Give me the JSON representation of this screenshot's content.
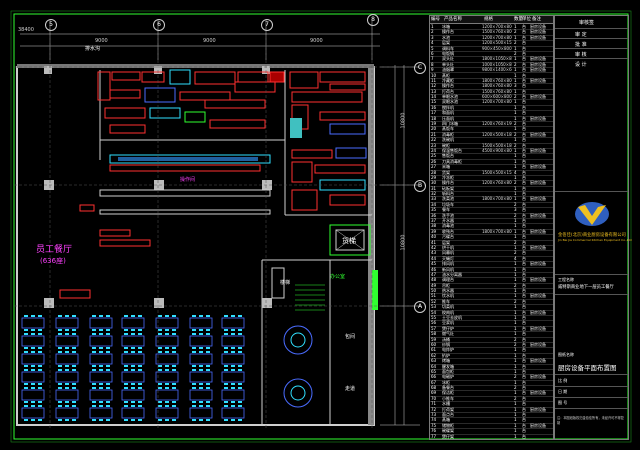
{
  "drawing": {
    "grid_labels": [
      "5",
      "6",
      "7",
      "8"
    ],
    "grid_labels_right": [
      "C",
      "B",
      "A"
    ],
    "dim_total": "38400",
    "dims": [
      "9000",
      "9000",
      "9000"
    ],
    "dims_right": [
      "10800",
      "10800"
    ],
    "rooms": {
      "staff_dining": "员工餐厅",
      "seats": "(636座)",
      "stairs": "楼梯",
      "freight_lift": "货梯",
      "office": "办公室",
      "private_dining": "包间",
      "corridor": "走道",
      "water_room": "操作间",
      "exhaust": "排水沟"
    }
  },
  "table": {
    "headers": [
      "编号",
      "产品名称",
      "规格",
      "数量",
      "单位",
      "备注"
    ],
    "rows": [
      [
        "1",
        "冰箱",
        "1200×700×800",
        "1",
        "台",
        "厨房设备"
      ],
      [
        "2",
        "操作台",
        "1500×760×800",
        "2",
        "台",
        "厨房设备"
      ],
      [
        "3",
        "水池",
        "1200×700×800",
        "1",
        "台",
        "厨房设备"
      ],
      [
        "4",
        "层架",
        "1200×500×1550",
        "2",
        "台",
        ""
      ],
      [
        "5",
        "调料车",
        "900×450×800",
        "1",
        "台",
        ""
      ],
      [
        "6",
        "电饭锅",
        "",
        "2",
        "台",
        ""
      ],
      [
        "7",
        "双头灶",
        "1800×1050×800",
        "1",
        "台",
        "厨房设备"
      ],
      [
        "8",
        "单头灶",
        "1000×1050×800",
        "2",
        "台",
        "厨房设备"
      ],
      [
        "9",
        "油烟罩",
        "9800×1400×600",
        "1",
        "台",
        "厨房设备"
      ],
      [
        "10",
        "蒸柜",
        "",
        "1",
        "台",
        ""
      ],
      [
        "11",
        "冷藏柜",
        "1800×760×800",
        "1",
        "台",
        "厨房设备"
      ],
      [
        "12",
        "操作台",
        "1800×760×800",
        "3",
        "台",
        ""
      ],
      [
        "13",
        "打荷台",
        "1500×760×800",
        "1",
        "台",
        ""
      ],
      [
        "14",
        "单眼水池",
        "600×600×800",
        "2",
        "台",
        "厨房设备"
      ],
      [
        "15",
        "双眼水池",
        "1200×700×800",
        "1",
        "台",
        ""
      ],
      [
        "16",
        "搅拌机",
        "",
        "1",
        "台",
        ""
      ],
      [
        "17",
        "和面机",
        "",
        "1",
        "台",
        ""
      ],
      [
        "18",
        "压面机",
        "",
        "1",
        "台",
        "厨房设备"
      ],
      [
        "19",
        "四门冰箱",
        "1200×760×1900",
        "2",
        "台",
        ""
      ],
      [
        "20",
        "蒸饭车",
        "",
        "1",
        "台",
        ""
      ],
      [
        "21",
        "消毒柜",
        "1200×500×1800",
        "2",
        "台",
        "厨房设备"
      ],
      [
        "22",
        "洗碗机",
        "",
        "1",
        "台",
        ""
      ],
      [
        "23",
        "碗柜",
        "1500×500×1800",
        "2",
        "台",
        ""
      ],
      [
        "24",
        "保温售饭台",
        "4500×900×800",
        "1",
        "台",
        "厨房设备"
      ],
      [
        "25",
        "售饭台",
        "",
        "1",
        "台",
        ""
      ],
      [
        "26",
        "刀具消毒柜",
        "",
        "1",
        "台",
        ""
      ],
      [
        "27",
        "米箱",
        "",
        "1",
        "台",
        "厨房设备"
      ],
      [
        "28",
        "货架",
        "1500×500×1550",
        "4",
        "台",
        ""
      ],
      [
        "29",
        "冷冻柜",
        "",
        "1",
        "台",
        ""
      ],
      [
        "30",
        "操作台",
        "1200×760×800",
        "2",
        "台",
        "厨房设备"
      ],
      [
        "31",
        "砧板架",
        "",
        "1",
        "台",
        ""
      ],
      [
        "32",
        "斩料台",
        "",
        "1",
        "台",
        ""
      ],
      [
        "33",
        "洗菜池",
        "1800×700×800",
        "1",
        "台",
        "厨房设备"
      ],
      [
        "34",
        "垃圾车",
        "",
        "2",
        "台",
        ""
      ],
      [
        "35",
        "餐车",
        "",
        "3",
        "台",
        ""
      ],
      [
        "36",
        "洗手池",
        "",
        "2",
        "台",
        "厨房设备"
      ],
      [
        "37",
        "开水器",
        "",
        "1",
        "台",
        ""
      ],
      [
        "38",
        "消毒池",
        "",
        "1",
        "台",
        ""
      ],
      [
        "39",
        "收残台",
        "1800×700×800",
        "1",
        "台",
        "厨房设备"
      ],
      [
        "40",
        "污碟台",
        "",
        "1",
        "台",
        ""
      ],
      [
        "41",
        "层架",
        "",
        "2",
        "台",
        ""
      ],
      [
        "42",
        "烘干机",
        "",
        "1",
        "台",
        "厨房设备"
      ],
      [
        "43",
        "风幕机",
        "",
        "2",
        "台",
        ""
      ],
      [
        "44",
        "灭蝇灯",
        "",
        "4",
        "台",
        ""
      ],
      [
        "45",
        "排风机",
        "",
        "1",
        "台",
        "厨房设备"
      ],
      [
        "46",
        "新风机",
        "",
        "1",
        "台",
        ""
      ],
      [
        "47",
        "油水分离器",
        "",
        "1",
        "台",
        ""
      ],
      [
        "48",
        "调理台",
        "",
        "1",
        "台",
        "厨房设备"
      ],
      [
        "49",
        "吊柜",
        "",
        "2",
        "台",
        ""
      ],
      [
        "50",
        "热水器",
        "",
        "1",
        "台",
        ""
      ],
      [
        "51",
        "饮水机",
        "",
        "1",
        "台",
        "厨房设备"
      ],
      [
        "52",
        "推车",
        "",
        "2",
        "台",
        ""
      ],
      [
        "53",
        "切菜机",
        "",
        "1",
        "台",
        ""
      ],
      [
        "54",
        "绞肉机",
        "",
        "1",
        "台",
        "厨房设备"
      ],
      [
        "55",
        "土豆去皮机",
        "",
        "1",
        "台",
        ""
      ],
      [
        "56",
        "豆浆机",
        "",
        "1",
        "台",
        ""
      ],
      [
        "57",
        "煲仔炉",
        "",
        "1",
        "台",
        "厨房设备"
      ],
      [
        "58",
        "燃气灶",
        "",
        "1",
        "台",
        ""
      ],
      [
        "59",
        "汤桶",
        "",
        "2",
        "台",
        ""
      ],
      [
        "60",
        "炒锅",
        "",
        "2",
        "台",
        "厨房设备"
      ],
      [
        "61",
        "电炸炉",
        "",
        "1",
        "台",
        ""
      ],
      [
        "62",
        "扒炉",
        "",
        "1",
        "台",
        ""
      ],
      [
        "63",
        "烤箱",
        "",
        "1",
        "台",
        "厨房设备"
      ],
      [
        "64",
        "醒发箱",
        "",
        "1",
        "台",
        ""
      ],
      [
        "65",
        "面包柜",
        "",
        "1",
        "台",
        ""
      ],
      [
        "66",
        "电磁炉",
        "",
        "2",
        "台",
        "厨房设备"
      ],
      [
        "67",
        "冰柜",
        "",
        "1",
        "台",
        ""
      ],
      [
        "68",
        "备餐台",
        "",
        "2",
        "台",
        ""
      ],
      [
        "69",
        "保洁柜",
        "",
        "1",
        "台",
        "厨房设备"
      ],
      [
        "70",
        "小推车",
        "",
        "2",
        "台",
        ""
      ],
      [
        "71",
        "水槽",
        "",
        "1",
        "台",
        ""
      ],
      [
        "72",
        "打荷架",
        "",
        "1",
        "台",
        "厨房设备"
      ],
      [
        "73",
        "面点台",
        "",
        "1",
        "台",
        ""
      ],
      [
        "74",
        "蒸箱",
        "",
        "1",
        "台",
        ""
      ],
      [
        "75",
        "储物柜",
        "",
        "1",
        "台",
        "厨房设备"
      ],
      [
        "76",
        "碗碟架",
        "",
        "1",
        "台",
        ""
      ],
      [
        "77",
        "煲仔架",
        "",
        "1",
        "台",
        ""
      ]
    ]
  },
  "titleblock": {
    "top_rows": [
      "审核签",
      "审 定",
      "批 准",
      "审 核",
      "设 计"
    ],
    "company_cn": "金佰佳(北京)商业厨房设备有限公司",
    "company_en": "Jin Bai Jia Commercial Kitchen Equipment Co.,Ltd",
    "project_label": "工程名称",
    "project_name": "威特斯商业地下一层员工餐厅",
    "drawing_label": "图纸名称",
    "drawing_title": "厨房设备平面布置图",
    "scale_label": "比 例",
    "date_label": "日 期",
    "sheet_label": "图 号",
    "note": "注：本图纸版权归金佰佳所有，未经许可不得复制",
    "logo_color": "#f0c020"
  },
  "colors": {
    "wall": "#cfcfcf",
    "equipment": "#ff3030",
    "label": "#ff40ff",
    "blue": "#4a6cff",
    "cyan": "#30e0ff",
    "green": "#30ff30",
    "yellow": "#ffff40"
  }
}
